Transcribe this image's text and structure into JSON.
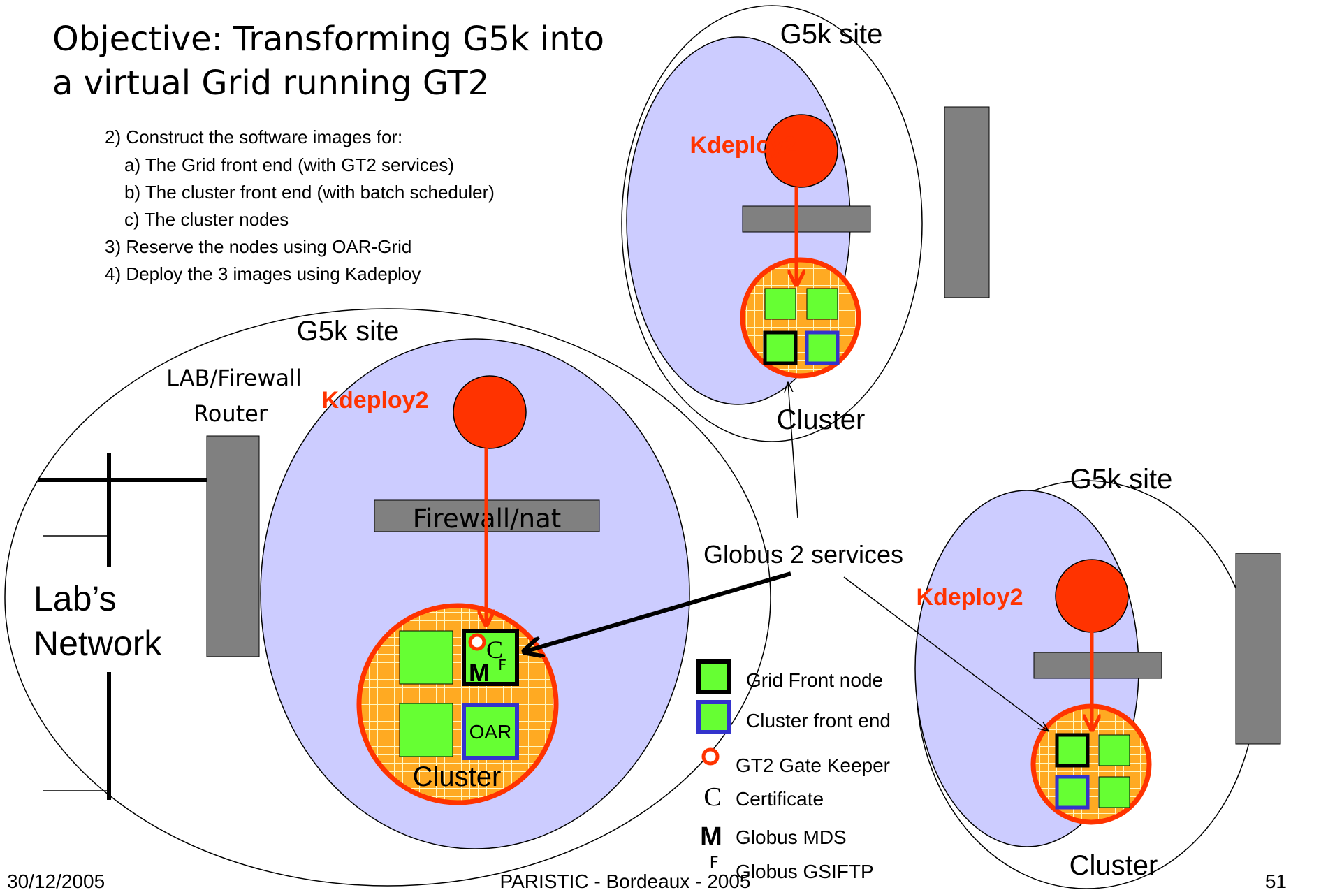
{
  "title": {
    "line1": "Objective: Transforming G5k into",
    "line2": "a virtual Grid running GT2"
  },
  "steps": [
    "2) Construct the software images for:",
    "a) The Grid front end (with GT2 services)",
    "b) The cluster front end (with batch scheduler)",
    "c) The cluster nodes",
    "3) Reserve the nodes using OAR-Grid",
    "4) Deploy the 3 images using Kadeploy"
  ],
  "sites": {
    "main": {
      "site_label": "G5k site",
      "kdeploy_label": "Kdeploy2",
      "firewall_nat_label": "Firewall/nat",
      "cluster_label": "Cluster",
      "oar_label": "OAR",
      "router_label_line1": "LAB/Firewall",
      "router_label_line2": "Router"
    },
    "top_right": {
      "site_label": "G5k site",
      "kdeploy_label": "Kdeploy2",
      "cluster_label": "Cluster"
    },
    "bottom_right": {
      "site_label": "G5k site",
      "kdeploy_label": "Kdeploy2",
      "cluster_label": "Cluster"
    }
  },
  "network": {
    "line1": "Lab’s",
    "line2": "Network"
  },
  "globus_services_label": "Globus 2 services",
  "node_glyphs": {
    "certificate": "C",
    "mds": "M",
    "gsiftp": "F"
  },
  "legend": [
    {
      "symbol": "grid-front-node",
      "label": "Grid Front node"
    },
    {
      "symbol": "cluster-front-end",
      "label": "Cluster front end"
    },
    {
      "symbol": "gt2-gate-keeper",
      "label": "GT2 Gate Keeper"
    },
    {
      "symbol": "certificate",
      "glyph": "C",
      "label": "Certificate"
    },
    {
      "symbol": "globus-mds",
      "glyph": "M",
      "label": "Globus MDS"
    },
    {
      "symbol": "globus-gsiftp",
      "glyph": "F",
      "label": "Globus GSIFTP"
    }
  ],
  "footer": {
    "date": "30/12/2005",
    "center": "PARISTIC - Bordeaux - 2005",
    "page": "51"
  },
  "colors": {
    "site_fill": "#ccccff",
    "kdeploy_red": "#ff3300",
    "kdeploy_text": "#ff3300",
    "cluster_fill": "#ffaa22",
    "cluster_grid": "#fff7c0",
    "node_green": "#66ff33",
    "grid_front_border": "#000000",
    "cluster_front_border": "#3333cc",
    "bar_gray": "#808080"
  }
}
